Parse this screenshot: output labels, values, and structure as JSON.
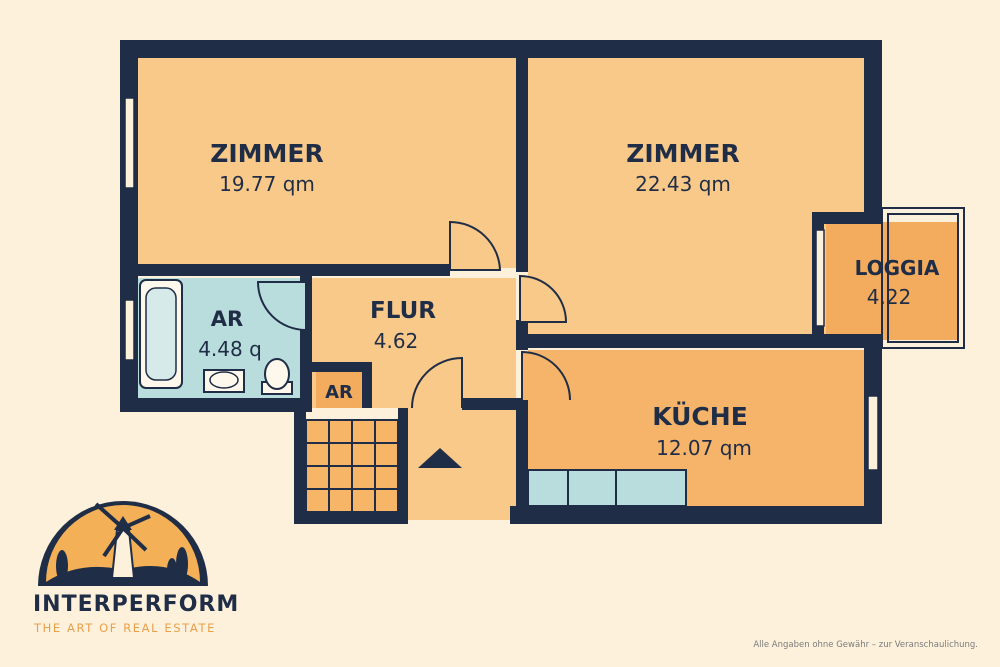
{
  "rooms": {
    "zimmer1": {
      "name": "ZIMMER",
      "area": "19.77 qm"
    },
    "zimmer2": {
      "name": "ZIMMER",
      "area": "22.43 qm"
    },
    "loggia": {
      "name": "LOGGIA",
      "area": "4.22"
    },
    "bad": {
      "name": "AR",
      "area": "4.48 q"
    },
    "flur": {
      "name": "FLUR",
      "area": "4.62"
    },
    "ar_small": {
      "name": "AR"
    },
    "kueche": {
      "name": "KÜCHE",
      "area": "12.07 qm"
    }
  },
  "brand": {
    "name": "INTERPERFORM",
    "tagline": "THE ART OF REAL ESTATE"
  },
  "disclaimer": "Alle Angaben ohne Gewähr – zur Veranschaulichung.",
  "colors": {
    "background": "#fdf1dc",
    "wall": "#1f2d46",
    "room_fill": "#f9c98a",
    "kitchen_fill": "#f5b46a",
    "loggia_fill": "#f3ab5e",
    "bath_fill": "#b9dcdc",
    "accent": "#e8a04a"
  },
  "icons": [
    "bathtub-icon",
    "sink-icon",
    "toilet-icon",
    "entrance-arrow-icon",
    "windmill-logo-icon"
  ]
}
